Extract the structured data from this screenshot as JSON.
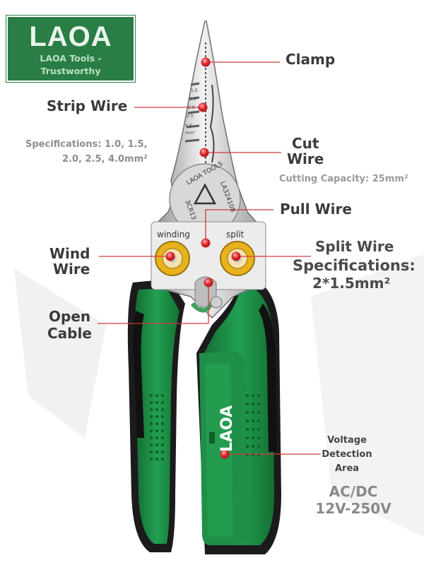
{
  "logo": {
    "word": "LAOA",
    "tagline_line1": "LAOA Tools -",
    "tagline_line2": "Trustworthy"
  },
  "labels": {
    "clamp": "Clamp",
    "strip_wire": "Strip Wire",
    "strip_spec_line1": "Specifications: 1.0, 1.5,",
    "strip_spec_line2": "2.0, 2.5, 4.0mm²",
    "cut_line1": "Cut",
    "cut_line2": "Wire",
    "cut_capacity": "Cutting Capacity: 25mm²",
    "pull_wire": "Pull Wire",
    "wind_line1": "Wind",
    "wind_line2": "Wire",
    "split_line1": "Split Wire",
    "split_line2": "Specifications:",
    "split_line3": "2*1.5mm²",
    "open_line1": "Open",
    "open_line2": "Cable",
    "voltage_line1": "Voltage",
    "voltage_line2": "Detection",
    "voltage_line3": "Area",
    "acdc_line1": "AC/DC",
    "acdc_line2": "12V-250V"
  },
  "tool_markings": {
    "winding": "winding",
    "split": "split",
    "brand_stamp": "LAOA TOOLS",
    "model": "LA324108",
    "steel": "3CR13",
    "handle_brand": "LAOA",
    "scale": [
      "1.0",
      "1.5",
      "2.0",
      "2.5",
      "4.0",
      "mm²"
    ]
  },
  "colors": {
    "brand_green": "#2a7d44",
    "handle_green": "#1f8a46",
    "marker_red": "#e0282d",
    "ring_yellow": "#e7b21c"
  }
}
